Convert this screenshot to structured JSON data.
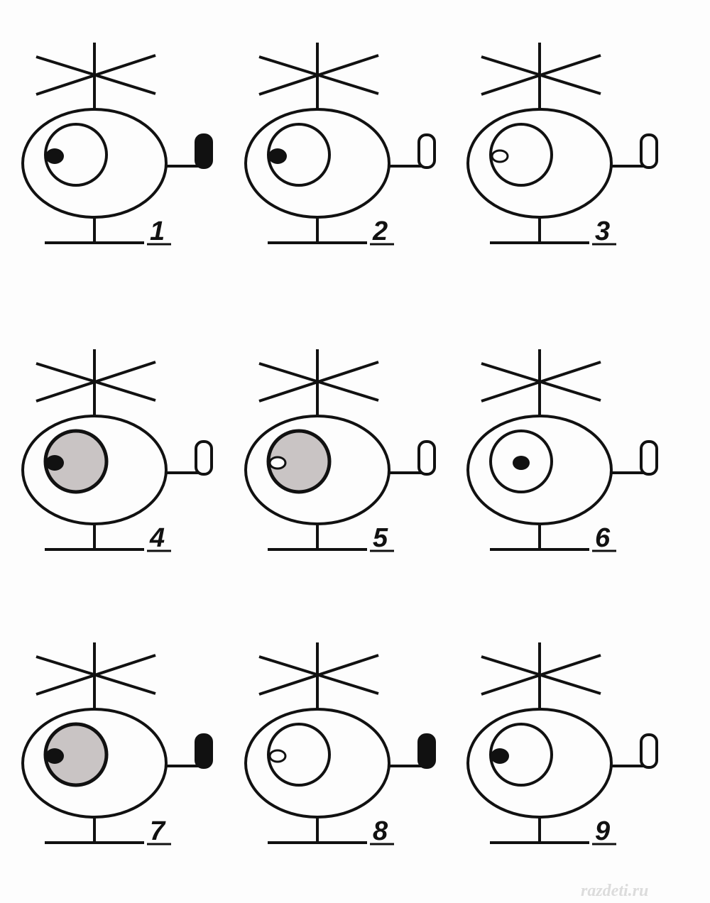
{
  "colors": {
    "ink": "#111111",
    "paper": "#fdfdfd",
    "shade": "#c9c4c4"
  },
  "watermark": "razdeti.ru",
  "helicopters": [
    {
      "label": "1",
      "pupil": "dark",
      "iris": "white",
      "tail": "black"
    },
    {
      "label": "2",
      "pupil": "dark",
      "iris": "white",
      "tail": "white"
    },
    {
      "label": "3",
      "pupil": "light",
      "iris": "white",
      "tail": "white"
    },
    {
      "label": "4",
      "pupil": "dark",
      "iris": "gray",
      "tail": "white"
    },
    {
      "label": "5",
      "pupil": "light",
      "iris": "gray",
      "tail": "white"
    },
    {
      "label": "6",
      "pupil": "dark-center",
      "iris": "white",
      "tail": "white"
    },
    {
      "label": "7",
      "pupil": "dark",
      "iris": "gray",
      "tail": "black"
    },
    {
      "label": "8",
      "pupil": "light",
      "iris": "white",
      "tail": "black"
    },
    {
      "label": "9",
      "pupil": "dark",
      "iris": "white",
      "tail": "white"
    }
  ]
}
